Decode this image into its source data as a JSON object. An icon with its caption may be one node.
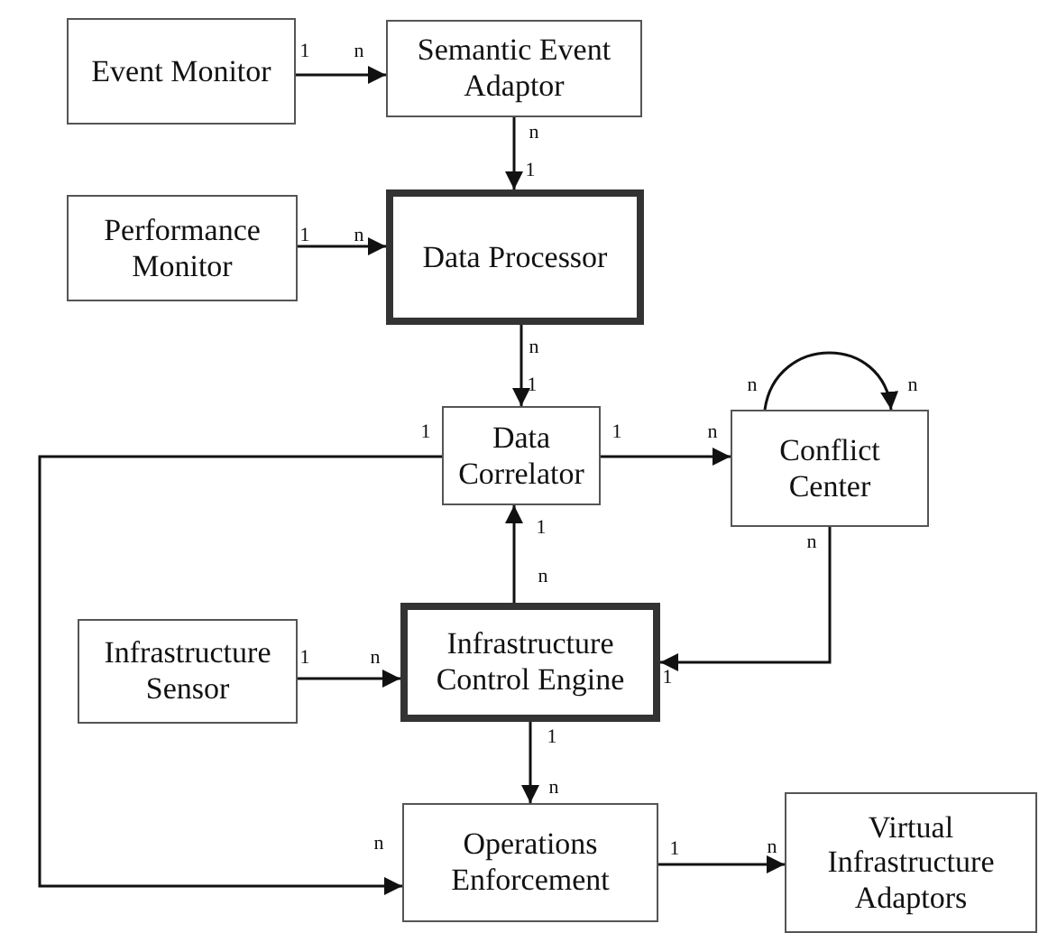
{
  "diagram": {
    "nodes": [
      {
        "text": [
          "Event Monitor"
        ]
      },
      {
        "text": [
          "Semantic Event Adaptor"
        ]
      },
      {
        "text": [
          "Performance Monitor"
        ]
      },
      {
        "text": [
          "Data Processor"
        ]
      },
      {
        "text": [
          "Data Correlator"
        ]
      },
      {
        "text": [
          "Conflict Center"
        ]
      },
      {
        "text": [
          "Infrastructure Sensor"
        ]
      },
      {
        "text": [
          "Infrastructure Control Engine"
        ]
      },
      {
        "text": [
          "Operations Enforcement"
        ]
      },
      {
        "text": [
          "Virtual Infrastructure Adaptors"
        ]
      }
    ],
    "edges": [
      {
        "from": 0,
        "to": 1,
        "arrow": "to"
      },
      {
        "from": 1,
        "to": 3,
        "arrow": "to"
      },
      {
        "from": 2,
        "to": 3,
        "arrow": "to"
      },
      {
        "from": 3,
        "to": 4,
        "arrow": "to"
      },
      {
        "from": 4,
        "to": 5,
        "arrow": "to"
      },
      {
        "from": 5,
        "to": 5,
        "arrow": "to"
      },
      {
        "from": 7,
        "to": 4,
        "arrow": "to"
      },
      {
        "from": 6,
        "to": 7,
        "arrow": "to"
      },
      {
        "from": 5,
        "to": 7,
        "arrow": "to"
      },
      {
        "from": 7,
        "to": 8,
        "arrow": "to"
      },
      {
        "from": 4,
        "to": 8,
        "arrow": "to"
      },
      {
        "from": 8,
        "to": 9,
        "arrow": "to"
      }
    ],
    "labels": [
      "1",
      "n",
      "n",
      "1",
      "1",
      "n",
      "n",
      "1",
      "n",
      "n",
      "1",
      "1",
      "n",
      "1",
      "n",
      "n",
      "1",
      "n",
      "1",
      "1",
      "n",
      "n",
      "1",
      "n"
    ]
  }
}
